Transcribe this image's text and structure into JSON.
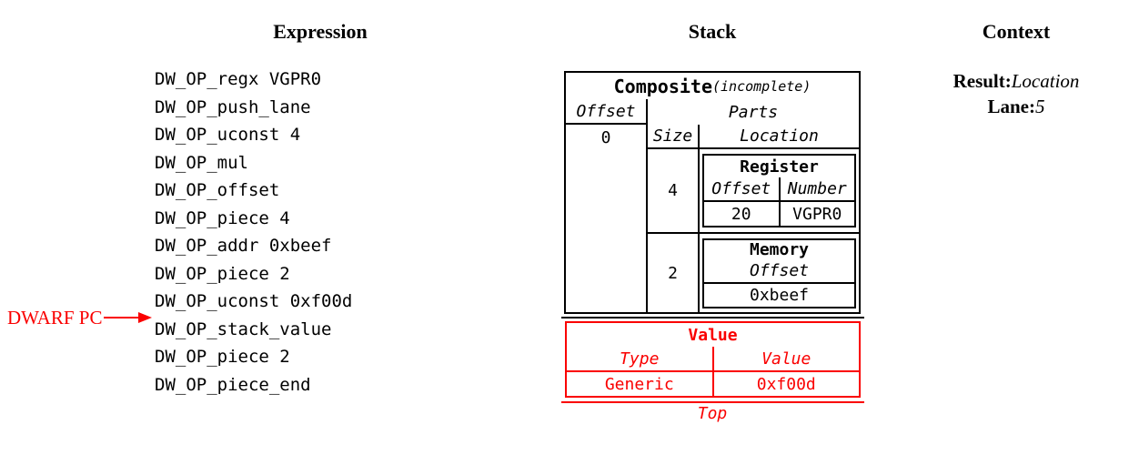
{
  "expression": {
    "header": "Expression",
    "items": [
      "DW_OP_regx VGPR0",
      "DW_OP_push_lane",
      "DW_OP_uconst 4",
      "DW_OP_mul",
      "DW_OP_offset",
      "DW_OP_piece 4",
      "DW_OP_addr 0xbeef",
      "DW_OP_piece 2",
      "DW_OP_uconst 0xf00d",
      "DW_OP_stack_value",
      "DW_OP_piece 2",
      "DW_OP_piece_end"
    ],
    "pc_annotation": {
      "label": "DWARF PC"
    }
  },
  "stack": {
    "header": "Stack",
    "composite": {
      "title": "Composite",
      "qualifier": "(incomplete)",
      "offset_header": "Offset",
      "parts_header": "Parts",
      "offset_value": "0",
      "size_header": "Size",
      "location_header": "Location",
      "parts": [
        {
          "size": "4",
          "location": {
            "kind": "Register",
            "headers": [
              "Offset",
              "Number"
            ],
            "values": [
              "20",
              "VGPR0"
            ]
          }
        },
        {
          "size": "2",
          "location": {
            "kind": "Memory",
            "headers": [
              "Offset"
            ],
            "values": [
              "0xbeef"
            ]
          }
        }
      ]
    },
    "value_entry": {
      "title": "Value",
      "headers": [
        "Type",
        "Value"
      ],
      "values": [
        "Generic",
        "0xf00d"
      ]
    },
    "top_label": "Top"
  },
  "context": {
    "header": "Context",
    "entries": [
      {
        "label": "Result:",
        "value": "Location"
      },
      {
        "label": "Lane:",
        "value": "5"
      }
    ]
  },
  "colors": {
    "annotation_red": "#fa0000",
    "ink": "#000000",
    "background": "#ffffff"
  }
}
